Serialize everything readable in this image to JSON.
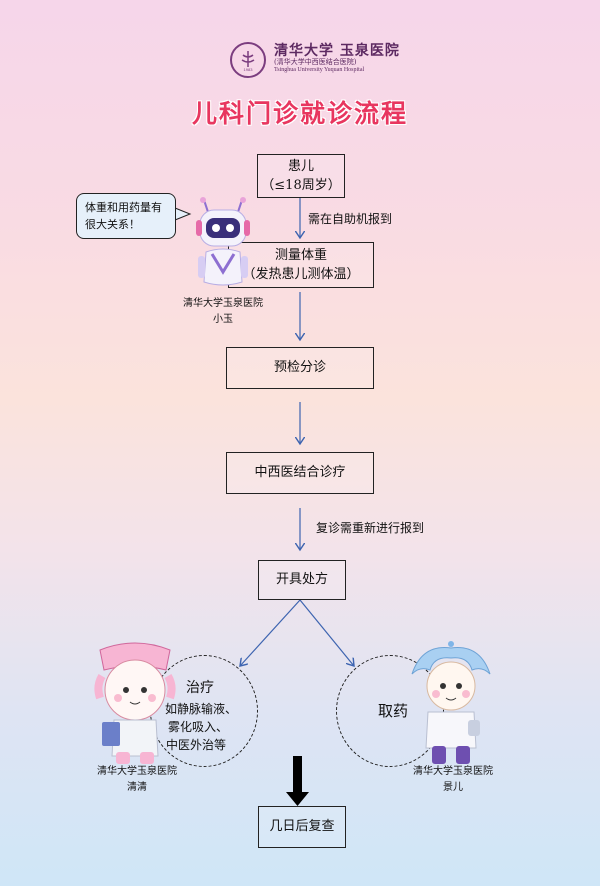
{
  "header": {
    "hospital_name": "清华大学 玉泉医院",
    "hospital_sub": "(清华大学中西医结合医院)",
    "hospital_en": "Tsinghua University Yuquan Hospital",
    "seal_year": "1983"
  },
  "title": "儿科门诊就诊流程",
  "flow": {
    "patient_line1": "患儿",
    "patient_line2": "（≤18周岁）",
    "edge_register": "需在自助机报到",
    "measure_line1": "测量体重",
    "measure_line2": "（发热患儿测体温）",
    "triage": "预检分诊",
    "consult": "中西医结合诊疗",
    "edge_revisit": "复诊需重新进行报到",
    "prescribe": "开具处方",
    "treatment_title": "治疗",
    "treatment_items": [
      "如静脉输液、",
      "雾化吸入、",
      "中医外治等"
    ],
    "pickup": "取药",
    "followup": "几日后复查"
  },
  "robot": {
    "bubble_line1": "体重和用药量有",
    "bubble_line2": "很大关系！",
    "caption_line1": "清华大学玉泉医院",
    "caption_line2": "小玉"
  },
  "nurse": {
    "caption_line1": "清华大学玉泉医院",
    "caption_line2": "清清"
  },
  "doctor": {
    "caption_line1": "清华大学玉泉医院",
    "caption_line2": "景儿"
  },
  "colors": {
    "title": "#e8365f",
    "arrow": "#3d64b0",
    "logo": "#5d2a62"
  }
}
